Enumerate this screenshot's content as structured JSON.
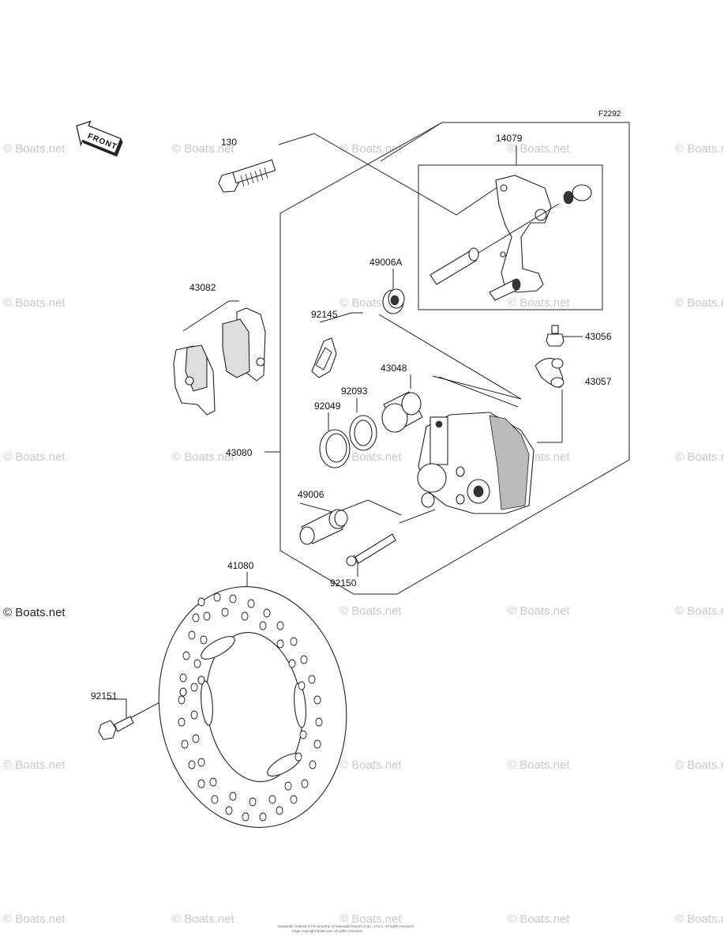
{
  "figure_code": "F2292",
  "front_indicator": "FRONT",
  "watermark_text": "© Boats.net",
  "copyright_line1": "Kawasaki material is the property of Kawasaki Motors Corp., U.S.A. All rights reserved.",
  "copyright_line2": "Page copyright Boats.net. All rights reserved.",
  "part_labels": {
    "p130": "130",
    "p14079": "14079",
    "p43082": "43082",
    "p49006A": "49006A",
    "p92145": "92145",
    "p43056": "43056",
    "p43048": "43048",
    "p43057": "43057",
    "p92093": "92093",
    "p92049": "92049",
    "p43080": "43080",
    "p49006": "49006",
    "p41080": "41080",
    "p92150": "92150",
    "p92151": "92151"
  },
  "colors": {
    "line": "#222222",
    "watermark": "#c9c9c9",
    "background": "#ffffff"
  }
}
